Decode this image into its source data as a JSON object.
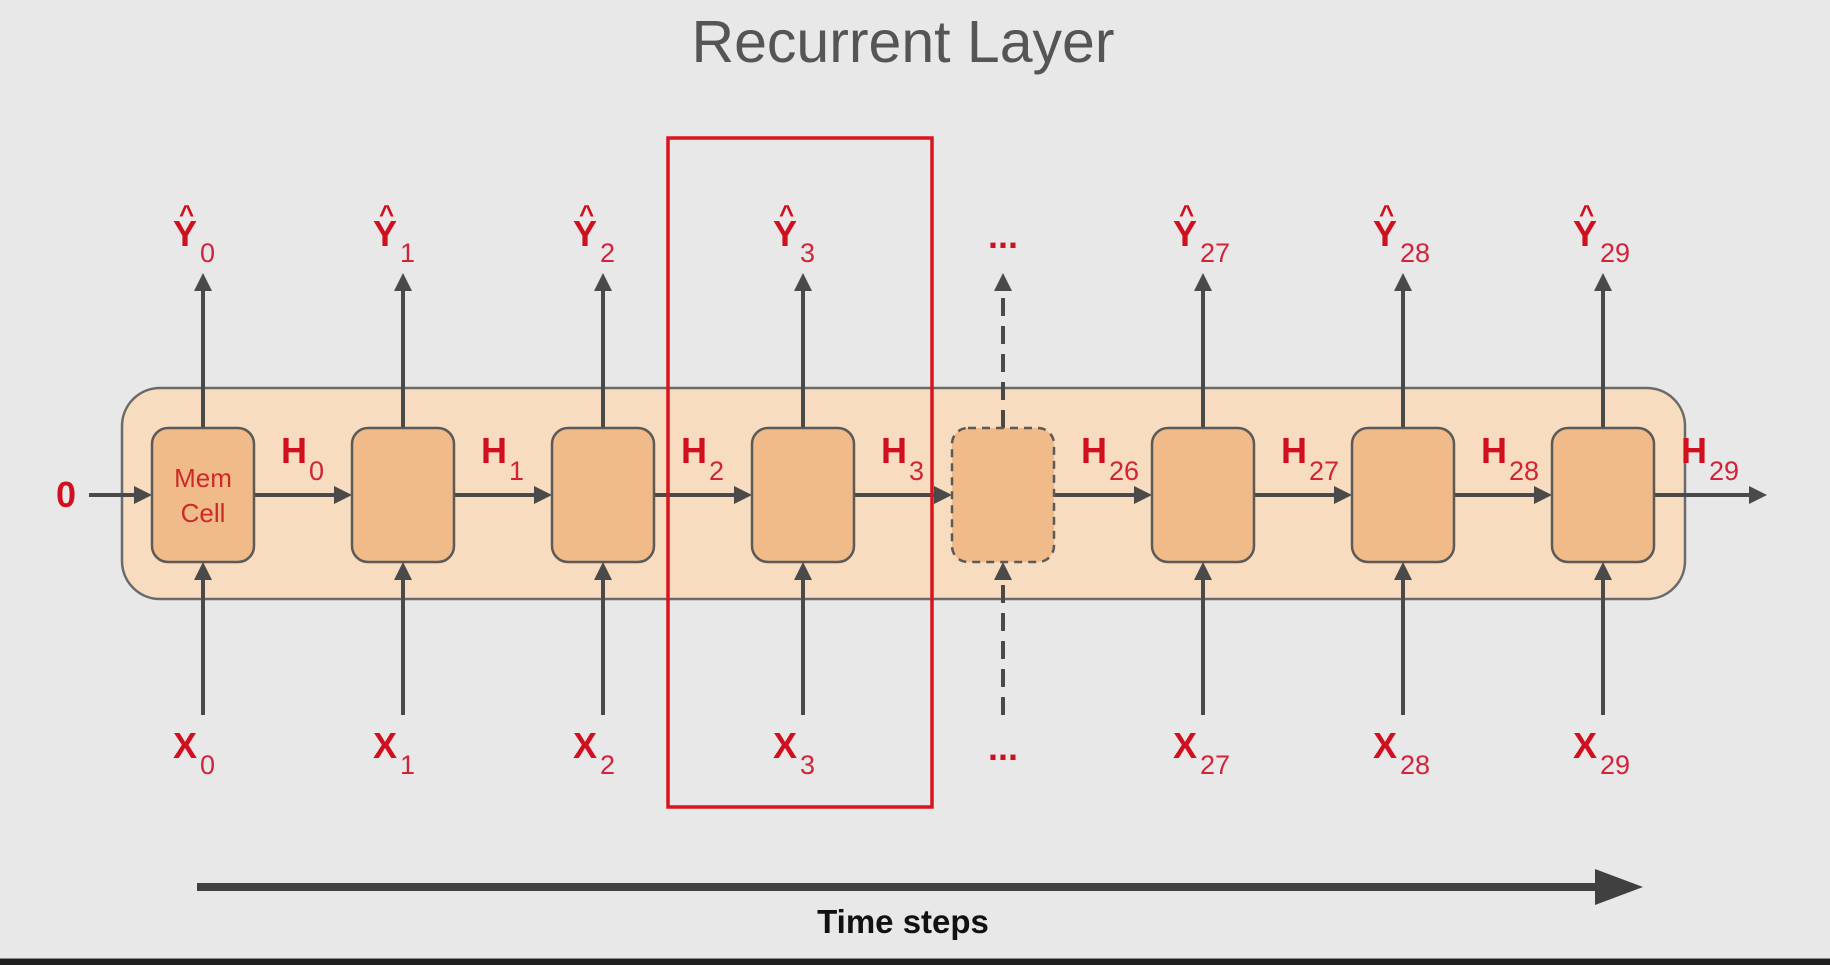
{
  "title": "Recurrent Layer",
  "axis_label": "Time steps",
  "colors": {
    "background": "#e8e8e8",
    "layer_fill": "#f7dcc0",
    "cell_fill": "#f0bb89",
    "stroke": "#4a4a4a",
    "label_red": "#d0101e",
    "highlight_box": "#d9141f"
  },
  "initial_state": "0",
  "first_cell_text": [
    "Mem",
    "Cell"
  ],
  "ellipsis": "...",
  "time_steps": [
    {
      "type": "cell",
      "output": {
        "base": "Y",
        "hat": "^",
        "sub": "0"
      },
      "input": {
        "base": "X",
        "sub": "0"
      },
      "hidden": {
        "base": "H",
        "sub": "0"
      },
      "mem_cell": true
    },
    {
      "type": "cell",
      "output": {
        "base": "Y",
        "hat": "^",
        "sub": "1"
      },
      "input": {
        "base": "X",
        "sub": "1"
      },
      "hidden": {
        "base": "H",
        "sub": "1"
      }
    },
    {
      "type": "cell",
      "output": {
        "base": "Y",
        "hat": "^",
        "sub": "2"
      },
      "input": {
        "base": "X",
        "sub": "2"
      },
      "hidden": {
        "base": "H",
        "sub": "2"
      }
    },
    {
      "type": "cell",
      "output": {
        "base": "Y",
        "hat": "^",
        "sub": "3"
      },
      "input": {
        "base": "X",
        "sub": "3"
      },
      "hidden": {
        "base": "H",
        "sub": "3"
      },
      "highlighted": true
    },
    {
      "type": "ellipsis",
      "hidden": {
        "base": "H",
        "sub": "26"
      }
    },
    {
      "type": "cell",
      "output": {
        "base": "Y",
        "hat": "^",
        "sub": "27"
      },
      "input": {
        "base": "X",
        "sub": "27"
      },
      "hidden": {
        "base": "H",
        "sub": "27"
      }
    },
    {
      "type": "cell",
      "output": {
        "base": "Y",
        "hat": "^",
        "sub": "28"
      },
      "input": {
        "base": "X",
        "sub": "28"
      },
      "hidden": {
        "base": "H",
        "sub": "28"
      }
    },
    {
      "type": "cell",
      "output": {
        "base": "Y",
        "hat": "^",
        "sub": "29"
      },
      "input": {
        "base": "X",
        "sub": "29"
      },
      "hidden": {
        "base": "H",
        "sub": "29"
      }
    }
  ]
}
